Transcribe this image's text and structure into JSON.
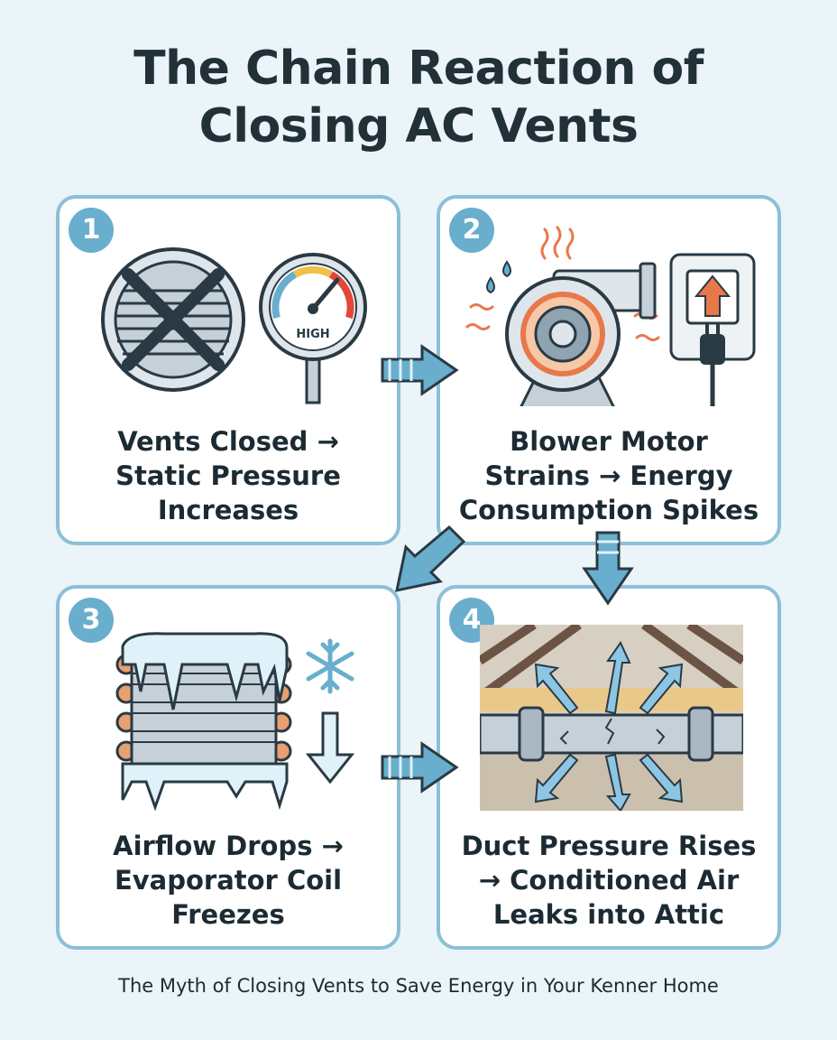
{
  "title": {
    "line1": "The Chain Reaction of",
    "line2": "Closing AC Vents"
  },
  "steps": [
    {
      "number": "1",
      "line1": "Vents Closed →",
      "line2": "Static Pressure",
      "line3": "Increases",
      "gauge_label": "HIGH"
    },
    {
      "number": "2",
      "line1": "Blower Motor",
      "line2": "Strains → Energy",
      "line3": "Consumption Spikes"
    },
    {
      "number": "3",
      "line1": "Airflow Drops →",
      "line2": "Evaporator Coil",
      "line3": "Freezes"
    },
    {
      "number": "4",
      "line1": "Duct Pressure Rises",
      "line2": "→ Conditioned Air",
      "line3": "Leaks into Attic"
    }
  ],
  "footer": "The Myth of Closing Vents to Save Energy in Your Kenner Home",
  "colors": {
    "accent": "#69aecd",
    "border": "#8cc0d6",
    "warning": "#e8784a",
    "ice": "#dff1f9"
  }
}
